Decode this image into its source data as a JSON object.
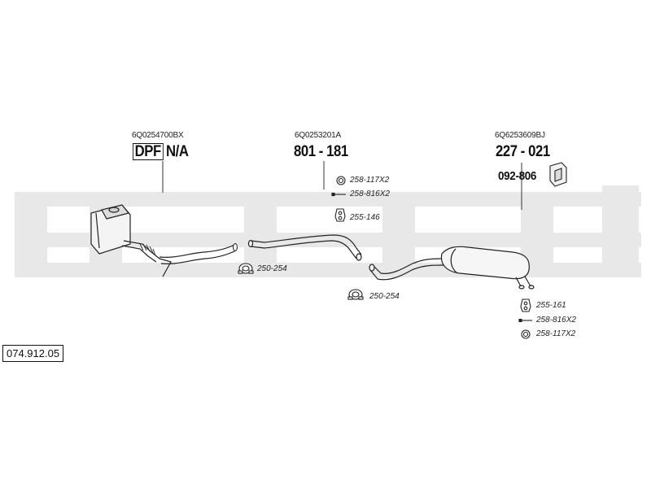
{
  "diagram": {
    "reference": "074.912.05",
    "watermark_color": "#e6e6e6",
    "line_color": "#333333",
    "groups": [
      {
        "oem": "6Q0254700BX",
        "badge": "DPF",
        "part": "N/A"
      },
      {
        "oem": "6Q0253201A",
        "part": "801 - 181"
      },
      {
        "oem": "6Q6253609BJ",
        "part": "227 - 021",
        "sub_part": "092-806"
      }
    ],
    "accessories": [
      {
        "code": "258-117X2",
        "icon": "ring-clamp-icon"
      },
      {
        "code": "258-816X2",
        "icon": "bolt-icon"
      },
      {
        "code": "255-146",
        "icon": "rubber-hanger-icon"
      },
      {
        "code": "250-254",
        "icon": "pipe-clamp-icon"
      },
      {
        "code": "250-254",
        "icon": "pipe-clamp-icon"
      },
      {
        "code": "255-161",
        "icon": "rubber-hanger-icon"
      },
      {
        "code": "258-816X2",
        "icon": "bolt-icon"
      },
      {
        "code": "258-117X2",
        "icon": "ring-clamp-icon"
      }
    ]
  }
}
